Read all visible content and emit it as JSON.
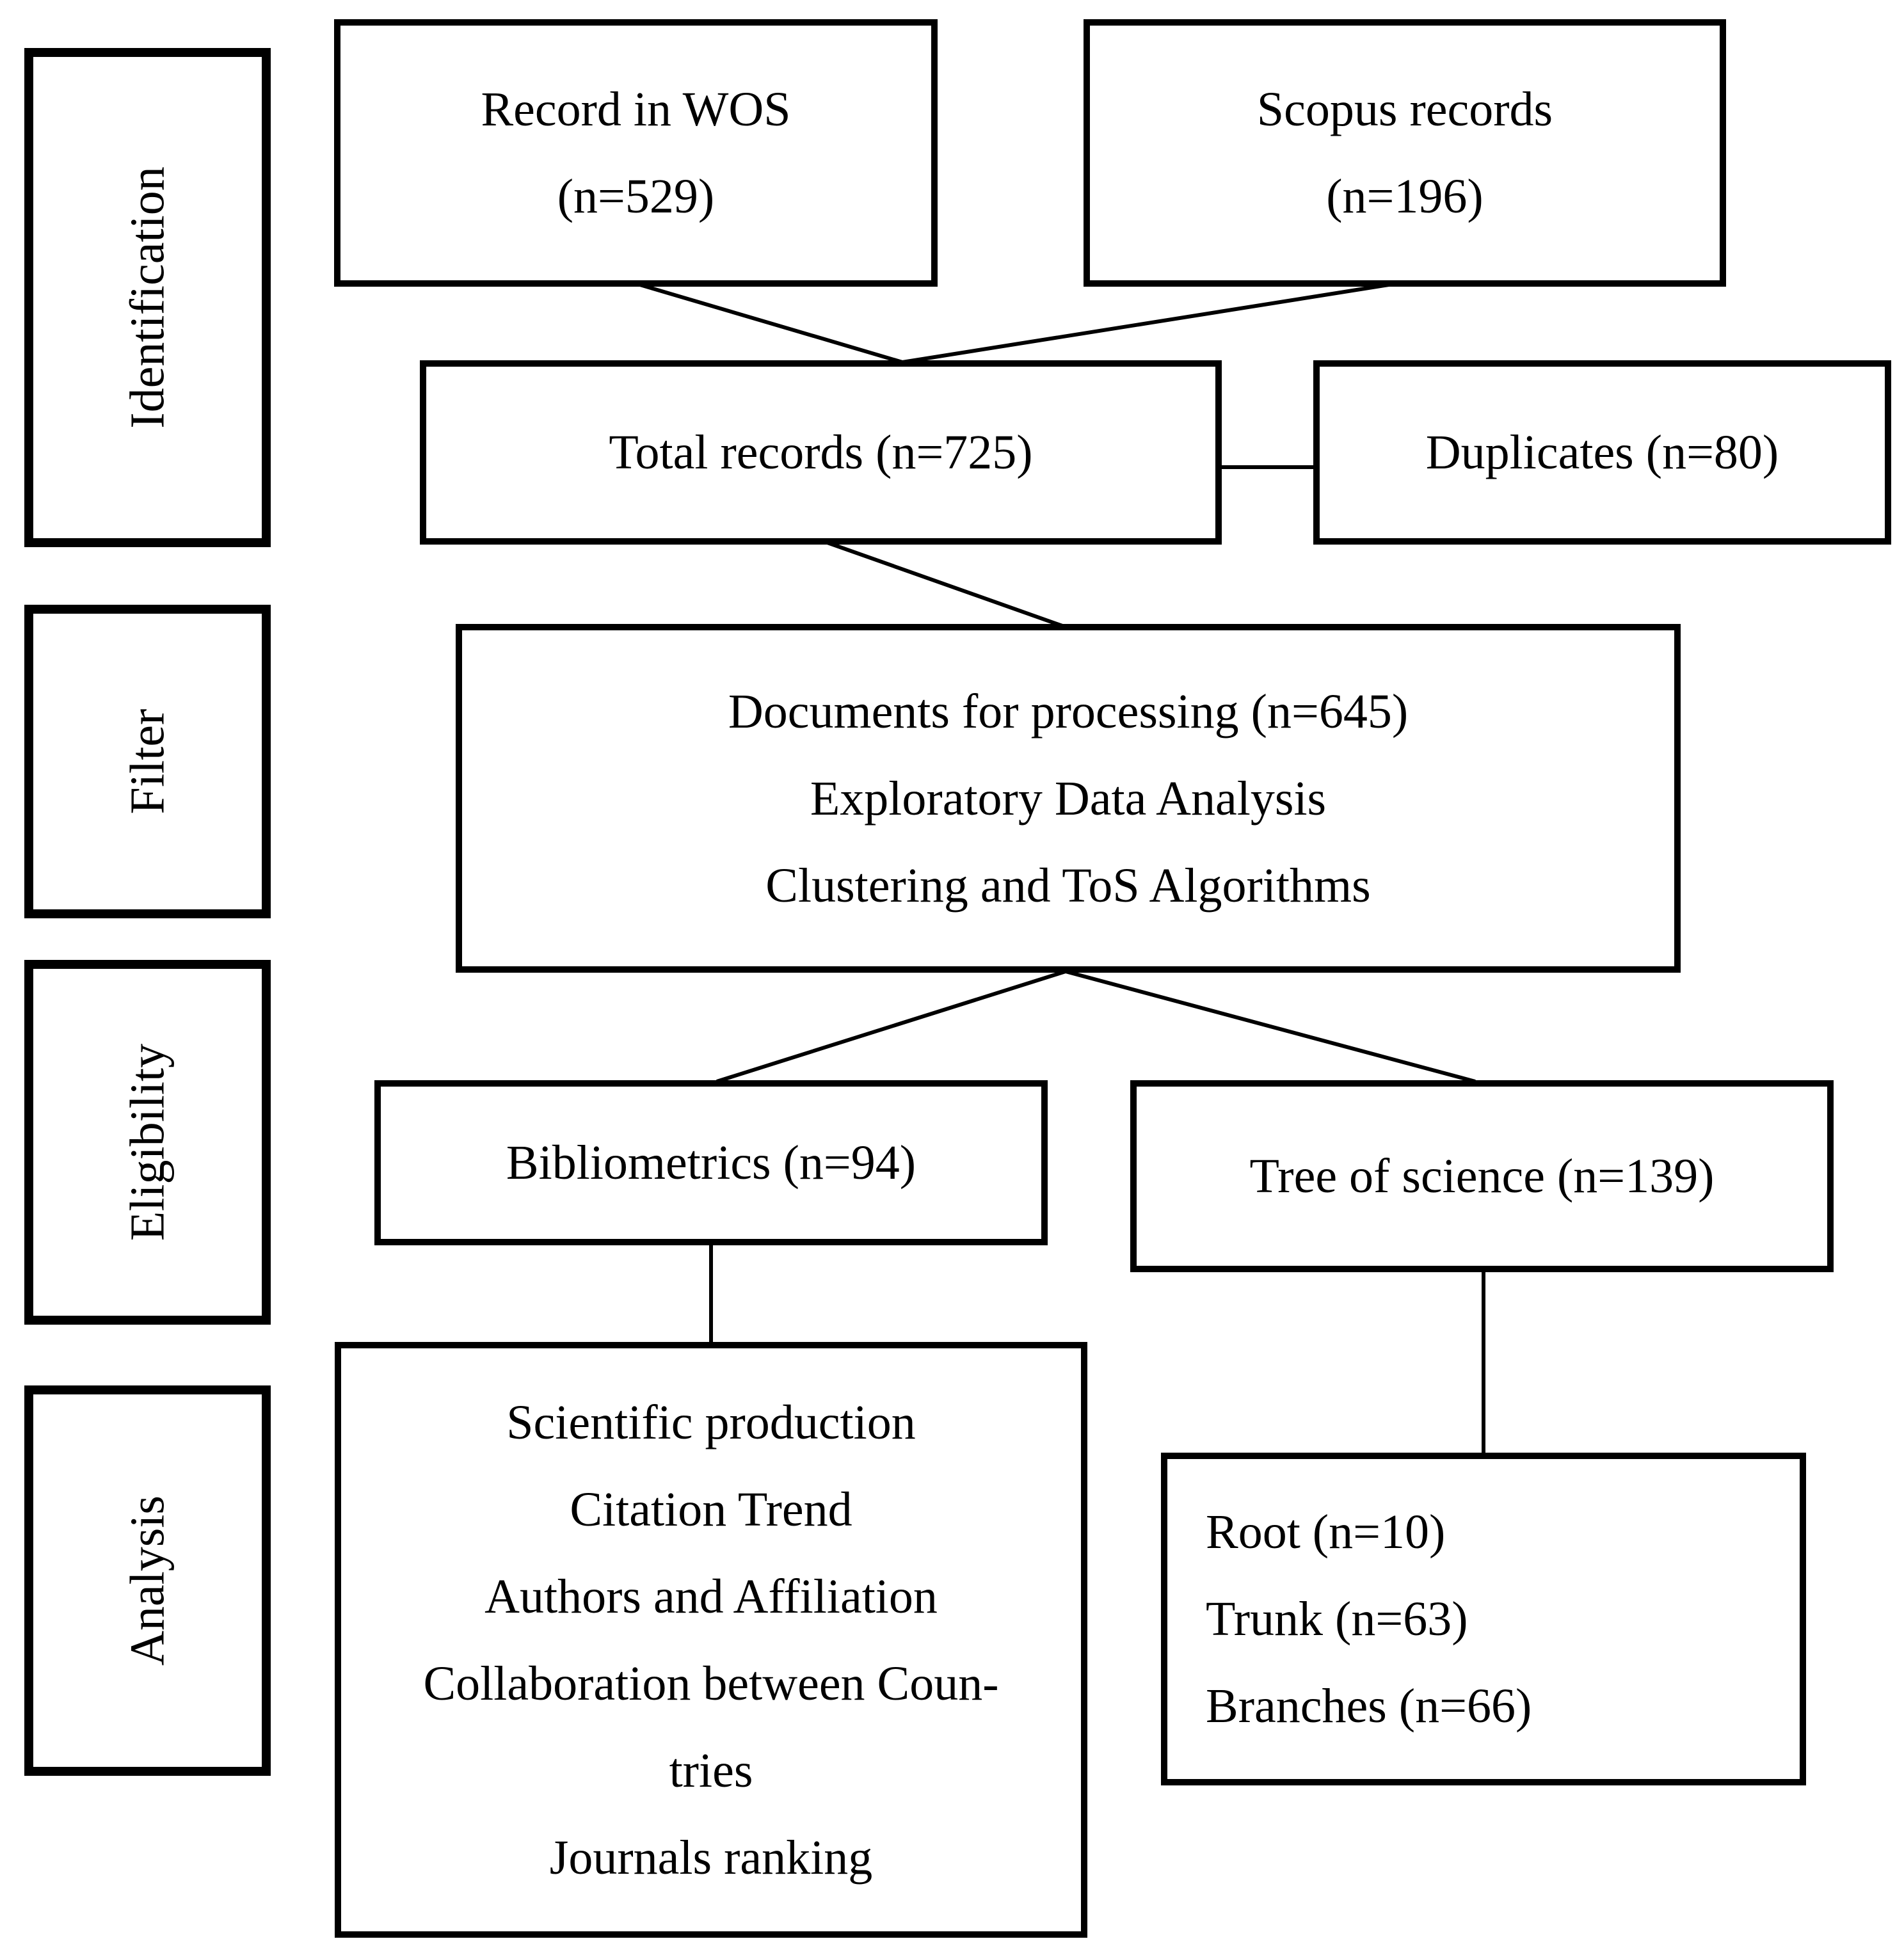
{
  "stages": {
    "identification": "Identification",
    "filter": "Filter",
    "eligibility": "Eligibility",
    "analysis": "Analysis"
  },
  "boxes": {
    "wos": [
      "Record in WOS",
      "(n=529)"
    ],
    "scopus": [
      "Scopus records",
      "(n=196)"
    ],
    "total": [
      "Total records (n=725)"
    ],
    "duplicates": [
      "Duplicates (n=80)"
    ],
    "processing": [
      "Documents for processing (n=645)",
      "Exploratory Data Analysis",
      "Clustering and ToS Algorithms"
    ],
    "bibliometrics": [
      "Bibliometrics (n=94)"
    ],
    "tos": [
      "Tree of science (n=139)"
    ],
    "bib_analysis": [
      "Scientific production",
      "Citation Trend",
      "Authors and Affiliation",
      "Collaboration between Coun-",
      "tries",
      "Journals ranking"
    ],
    "tos_parts": [
      "Root (n=10)",
      "Trunk (n=63)",
      "Branches (n=66)"
    ]
  },
  "colors": {
    "stroke": "#000000",
    "background": "#ffffff"
  }
}
